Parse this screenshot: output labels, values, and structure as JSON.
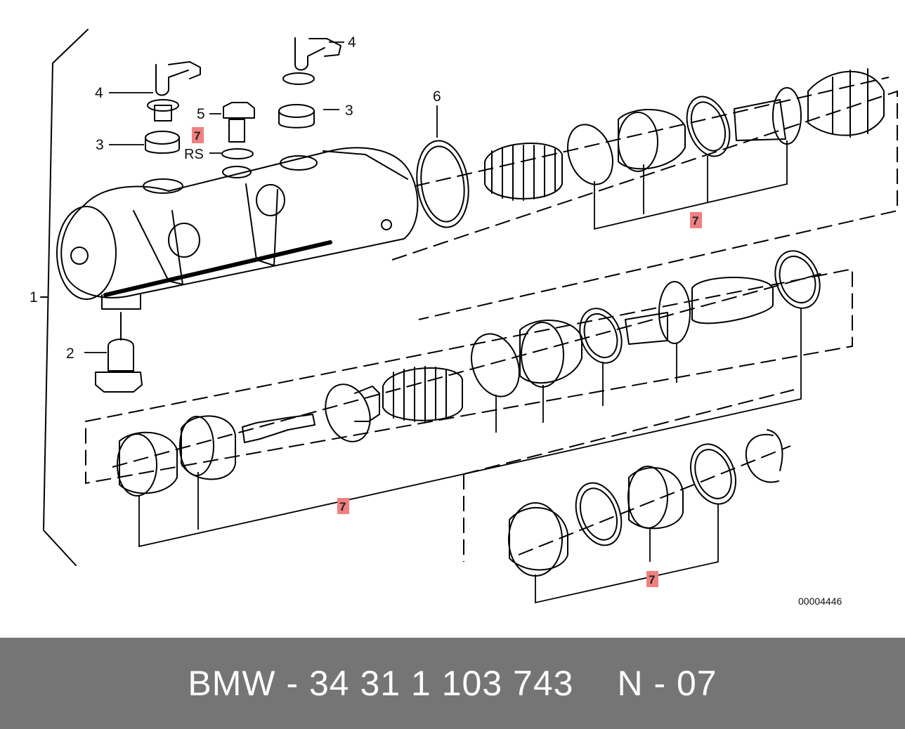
{
  "diagram": {
    "callouts": {
      "c1": "1",
      "c2": "2",
      "c3a": "3",
      "c3b": "3",
      "c4a": "4",
      "c4b": "4",
      "c5": "5",
      "c6": "6",
      "rs": "RS"
    },
    "highlight_callouts": {
      "h1": "7",
      "h2": "7",
      "h3": "7",
      "h4": "7"
    },
    "highlight_color": "#f08080",
    "drawing_code": "00004446"
  },
  "footer": {
    "part_label": "BMW - 34 31 1 103 743",
    "position_label": "N - 07",
    "background_color": "#757575"
  }
}
